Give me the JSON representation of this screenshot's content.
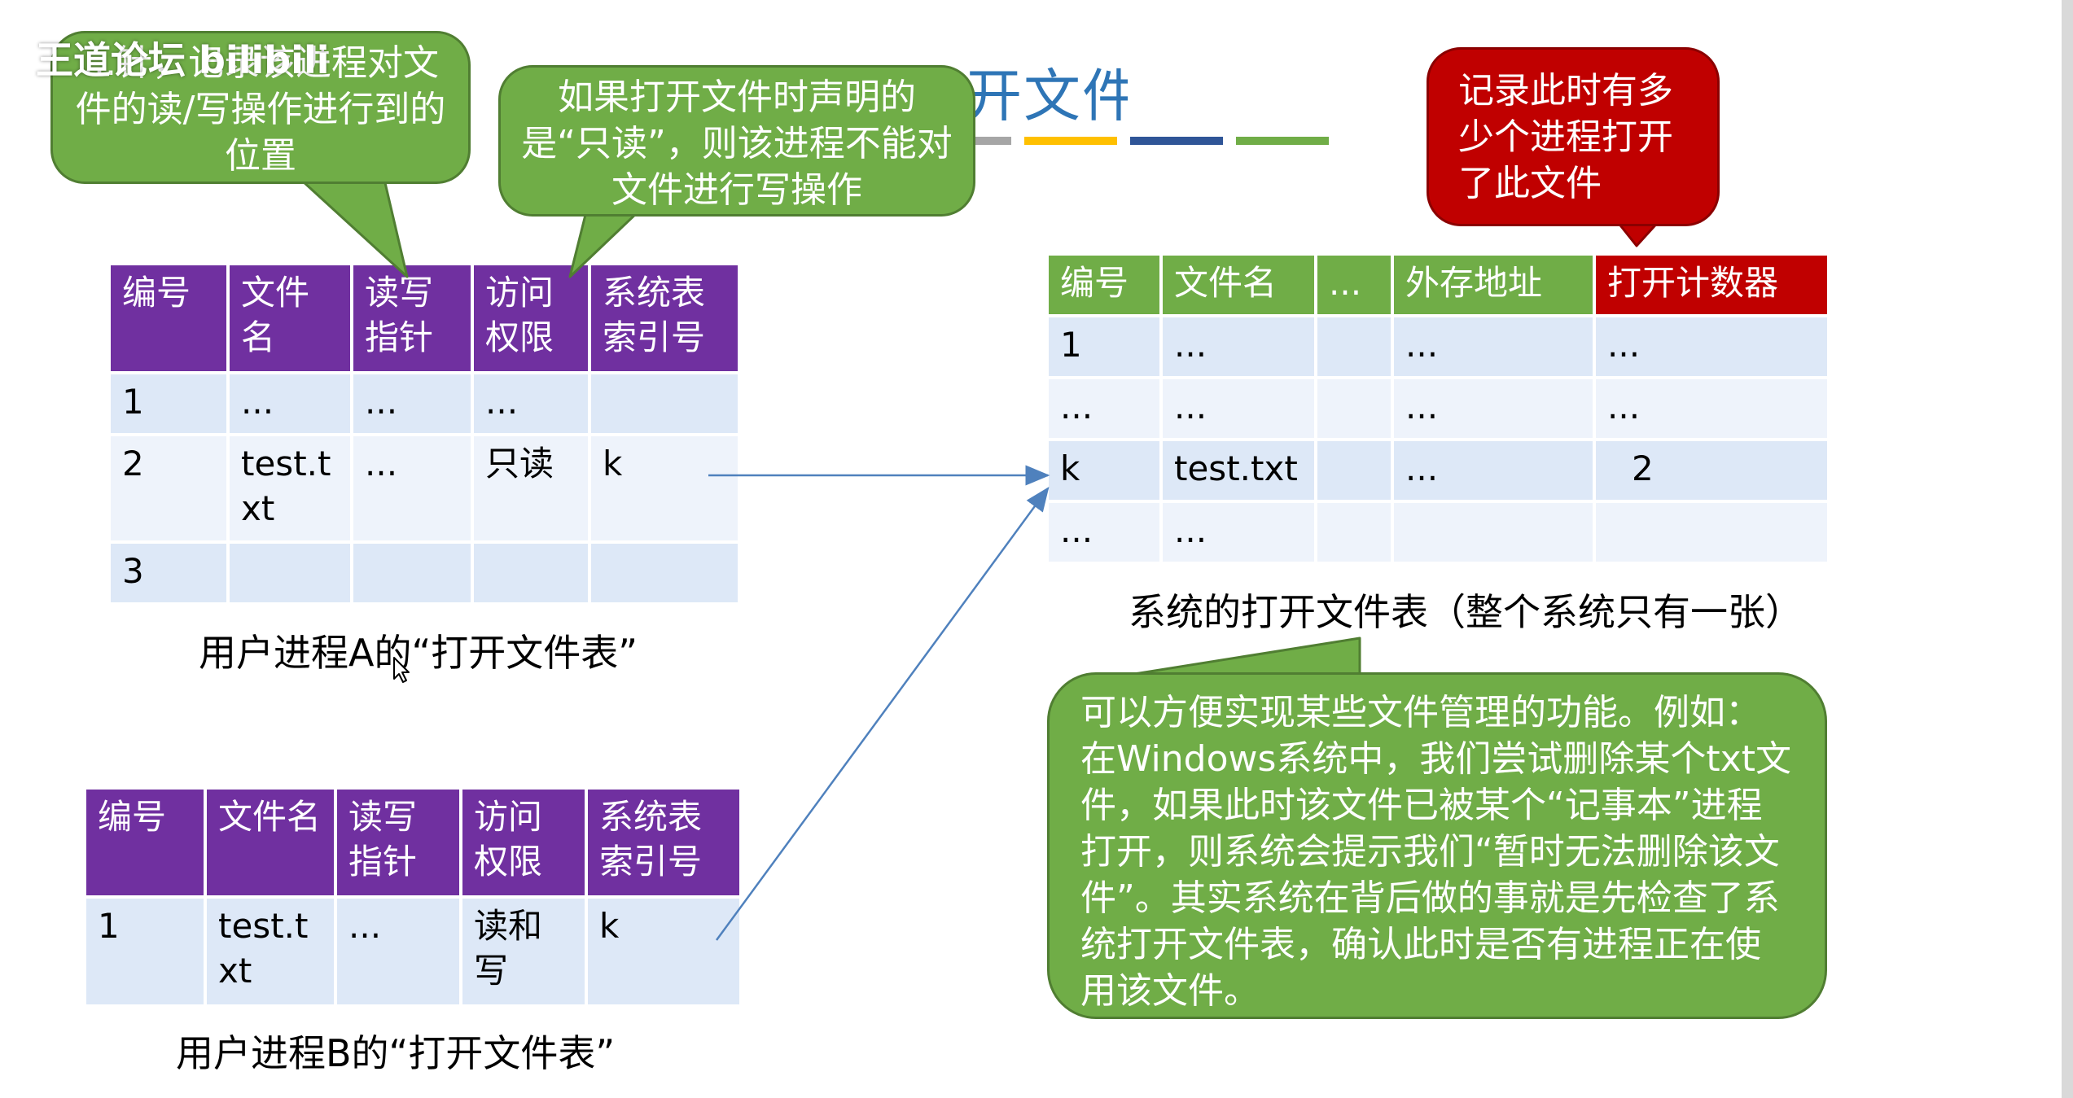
{
  "watermark": "王道论坛 bilibili",
  "title": "开文件",
  "colors": {
    "purple_header": "#7030a0",
    "green_header": "#70ad47",
    "red_header": "#c00000",
    "row_light": "#dde8f7",
    "row_lighter": "#eef3fb",
    "title_blue": "#2e75b6"
  },
  "bubbles": {
    "rw_pointer": "...针，记录该进程对文件的读/写操作进行到的位置",
    "readonly": "如果打开文件时声明的是“只读”，则该进程不能对文件进行写操作",
    "counter": "记录此时有多少个进程打开了此文件",
    "explain": "可以方便实现某些文件管理的功能。例如：在Windows系统中，我们尝试删除某个txt文件，如果此时该文件已被某个“记事本”进程打开，则系统会提示我们“暂时无法删除该文件”。其实系统在背后做的事就是先检查了系统打开文件表，确认此时是否有进程正在使用该文件。"
  },
  "table_a": {
    "headers": [
      "编号",
      "文件名",
      "读写指针",
      "访问权限",
      "系统表索引号"
    ],
    "rows": [
      [
        "1",
        "...",
        "...",
        "...",
        ""
      ],
      [
        "2",
        "test.txt",
        "...",
        "只读",
        "k"
      ],
      [
        "3",
        "",
        "",
        "",
        ""
      ]
    ],
    "caption": "用户进程A的“打开文件表”"
  },
  "table_b": {
    "headers": [
      "编号",
      "文件名",
      "读写指针",
      "访问权限",
      "系统表索引号"
    ],
    "rows": [
      [
        "1",
        "test.txt",
        "...",
        "读和写",
        "k"
      ]
    ],
    "caption": "用户进程B的“打开文件表”"
  },
  "table_sys": {
    "headers": [
      "编号",
      "文件名",
      "...",
      "外存地址",
      "打开计数器"
    ],
    "rows": [
      [
        "1",
        "...",
        "",
        "...",
        "..."
      ],
      [
        "...",
        "...",
        "",
        "...",
        "..."
      ],
      [
        "k",
        "test.txt",
        "",
        "...",
        "2"
      ],
      [
        "...",
        "...",
        "",
        "",
        ""
      ]
    ],
    "caption": "系统的打开文件表（整个系统只有一张）"
  }
}
